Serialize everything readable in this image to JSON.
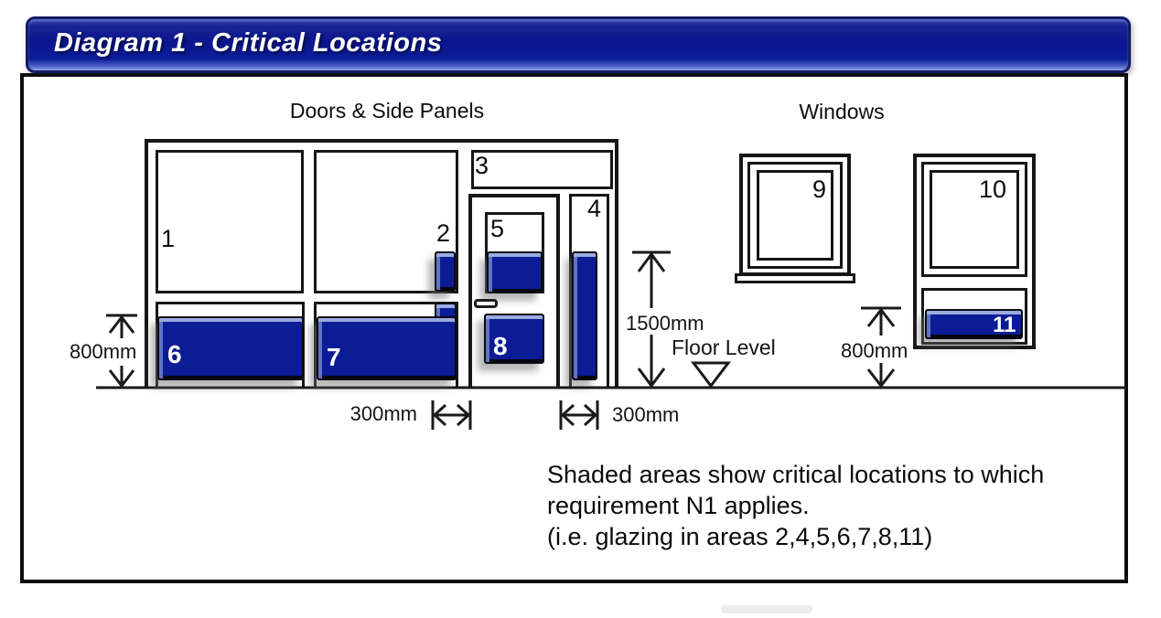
{
  "title": "Diagram 1 - Critical Locations",
  "sections": {
    "doors_label": "Doors & Side Panels",
    "windows_label": "Windows"
  },
  "areas": {
    "a1": "1",
    "a2": "2",
    "a3": "3",
    "a4": "4",
    "a5": "5",
    "a6": "6",
    "a7": "7",
    "a8": "8",
    "a9": "9",
    "a10": "10",
    "a11": "11"
  },
  "dimensions": {
    "left_height": "800mm",
    "door_height": "1500mm",
    "window_height": "800mm",
    "gap_left": "300mm",
    "gap_right": "300mm",
    "floor_label": "Floor Level"
  },
  "caption": {
    "line1": "Shaded areas show critical locations to which",
    "line2": "requirement N1 applies.",
    "line3": "(i.e. glazing in areas 2,4,5,6,7,8,11)"
  },
  "colors": {
    "critical_fill": "#0c1c96",
    "titlebar_blue": "#0c1d9a"
  }
}
